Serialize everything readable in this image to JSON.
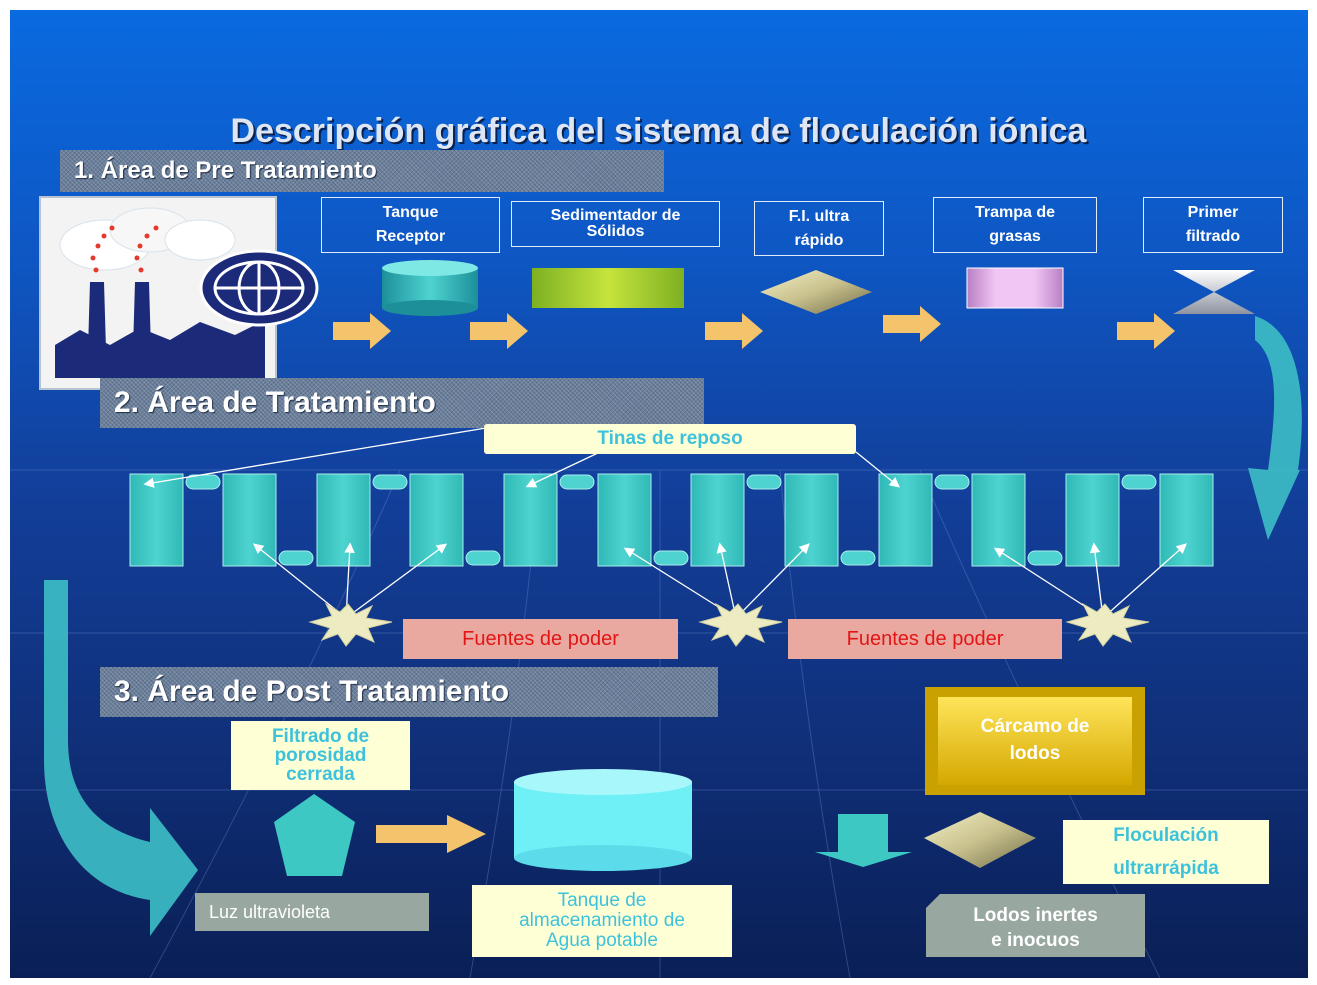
{
  "title": "Descripción gráfica del sistema de floculación iónica",
  "sections": {
    "pre": "1. Área de Pre Tratamiento",
    "treatment": "2. Área de Tratamiento",
    "post": "3. Área de Post Tratamiento"
  },
  "pretreatment_steps": [
    {
      "line1": "Tanque",
      "line2": "Receptor"
    },
    {
      "line1": "Sedimentador de",
      "line2": "Sólidos"
    },
    {
      "line1": "F.I. ultra",
      "line2": "rápido"
    },
    {
      "line1": "Trampa de",
      "line2": "grasas"
    },
    {
      "line1": "Primer",
      "line2": "filtrado"
    }
  ],
  "treatment": {
    "tanks_label": "Tinas de reposo",
    "power_source_1": "Fuentes de poder",
    "power_source_2": "Fuentes de poder"
  },
  "post": {
    "filter_line1": "Filtrado de",
    "filter_line2": "porosidad",
    "filter_line3": "cerrada",
    "uv_label": "Luz ultravioleta",
    "storage_line1": "Tanque de",
    "storage_line2": "almacenamiento de",
    "storage_line3": "Agua potable",
    "sludge_pit_line1": "Cárcamo de",
    "sludge_pit_line2": "lodos",
    "flocculation_line1": "Floculación",
    "flocculation_line2": "ultrarrápida",
    "inert_sludge_line1": "Lodos inertes",
    "inert_sludge_line2": "e inocuos"
  },
  "colors": {
    "arrow": "#f4c46c",
    "tank": "#3ec8c4",
    "teal_arrow": "#39b8c2",
    "label_text": "#3ec2dc",
    "sludge_pit": "#eec900"
  }
}
